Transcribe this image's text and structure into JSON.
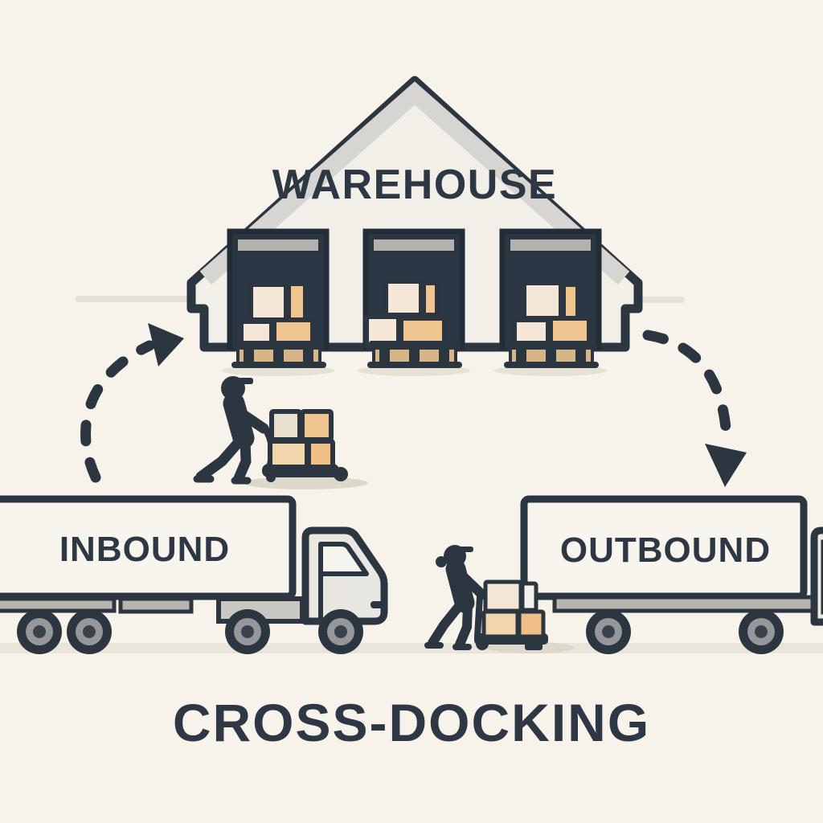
{
  "title": "CROSS-DOCKING",
  "warehouse": {
    "label": "WAREHOUSE",
    "dock_door_count": 3,
    "pallet_stack_count": 3
  },
  "inbound_truck": {
    "label": "INBOUND"
  },
  "outbound_truck": {
    "label": "OUTBOUND"
  },
  "workers": [
    {
      "name": "worker-with-pallet-jack"
    },
    {
      "name": "worker-with-hand-truck"
    }
  ],
  "arrows": [
    {
      "name": "inbound-flow-arrow",
      "style": "dashed-curve",
      "points_to": "warehouse"
    },
    {
      "name": "outbound-flow-arrow",
      "style": "dashed-curve",
      "points_to": "outbound-truck"
    }
  ],
  "colors": {
    "background": "#f8f3ea",
    "ink": "#2b3641",
    "building_fill": "#f1efe8",
    "roof_band": "#d7d5d1",
    "door_fill": "#2b3744",
    "lintel_gray": "#b2b1ae",
    "box_cream": "#f5e7d8",
    "box_tan": "#f0c48e",
    "pallet_tan": "#d8b586",
    "trailer_fill": "#f8f5ee",
    "cab_gray": "#e9e7e1",
    "chassis_gray": "#b7b5b0",
    "wheel_ring": "#95979a",
    "wheel_hub": "#39434d",
    "ground_band": "#e9e5da",
    "text_dark": "#2d3844"
  }
}
